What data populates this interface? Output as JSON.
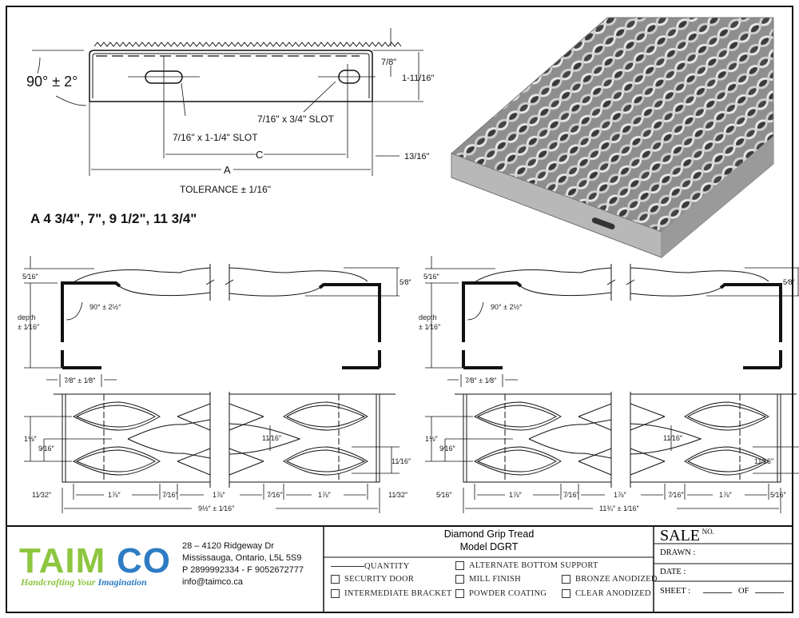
{
  "top_drawing": {
    "angle": "90° ± 2°",
    "dim_7_8": "7/8\"",
    "dim_1_11_16": "1-11/16\"",
    "dim_13_16": "13/16\"",
    "slot_short": "7/16\" x 3/4\" SLOT",
    "slot_long": "7/16\" x 1-1/4\" SLOT",
    "dim_c": "C",
    "dim_a": "A",
    "tolerance": "TOLERANCE ± 1/16\"",
    "a_sizes": "A 4 3/4\", 7\", 9 1/2\", 11 3/4\""
  },
  "profiles": [
    {
      "top_gap": "5⁄16″",
      "depth": "depth",
      "depth_tol": "± 1⁄16″",
      "angle": "90° ± 2½°",
      "flange": "7⁄8″ ± 1⁄8″",
      "lip": "5⁄8″"
    },
    {
      "top_gap": "5⁄16″",
      "depth": "depth",
      "depth_tol": "± 1⁄16″",
      "angle": "90° ± 2½°",
      "flange": "7⁄8″ ± 1⁄8″",
      "lip": "5⁄8″"
    }
  ],
  "plans": [
    {
      "pitch": "1⅛″",
      "offset": "9⁄16″",
      "mid": "11⁄16″",
      "right": "11⁄16″",
      "edge_left": "11⁄32″",
      "edge_right": "11⁄32″",
      "d1": "1⅞″",
      "g1": "7⁄16″",
      "d2": "1⅞″",
      "g2": "7⁄16″",
      "d3": "1⅞″",
      "total": "9½″ ± 1⁄16″"
    },
    {
      "pitch": "1⅛″",
      "offset": "9⁄16″",
      "mid": "11⁄16″",
      "right": "11⁄16″",
      "edge_left": "5⁄16″",
      "edge_right": "5⁄16″",
      "d1": "1⅞″",
      "g1": "7⁄16″",
      "d2": "1⅞″",
      "g2": "7⁄16″",
      "d3": "1⅞″",
      "total": "11¾″ ± 1⁄16″"
    }
  ],
  "title_block": {
    "logo": {
      "part1": "TAIM",
      "part2": "CO",
      "tagline1": "Handcrafting Your ",
      "tagline2": "Imagination",
      "green": "#8dc63f",
      "blue": "#2e7cc4"
    },
    "address": [
      "28 – 4120 Ridgeway Dr",
      "Mississauga, Ontario, L5L 5S9",
      "P 2899992334 - F 9052672777",
      "info@taimco.ca"
    ],
    "product": "Diamond Grip Tread",
    "model": "Model DGRT",
    "quantity": "QUANTITY",
    "options": {
      "security_door": "SECURITY DOOR",
      "intermediate_bracket": "INTERMEDIATE BRACKET",
      "alt_bottom": "ALTERNATE BOTTOM SUPPORT",
      "mill": "MILL FINISH",
      "powder": "POWDER COATING",
      "bronze": "BRONZE ANODIZED",
      "clear": "CLEAR ANODIZED"
    },
    "sale": "SALE",
    "sale_no": "NO.",
    "drawn": "DRAWN :",
    "date": "DATE :",
    "sheet": "SHEET :",
    "of": "OF"
  }
}
